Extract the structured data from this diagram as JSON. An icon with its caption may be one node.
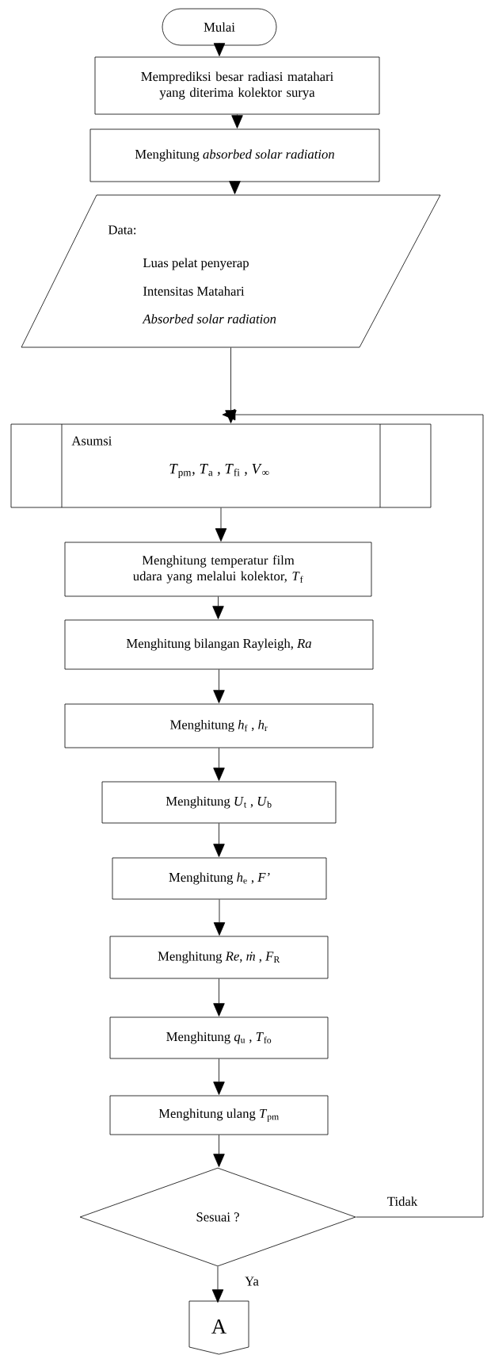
{
  "diagram": {
    "nodes": [
      {
        "text": [
          "Mulai"
        ]
      },
      {
        "text": [
          "Memprediksi besar radiasi matahari yang diterima kolektor surya"
        ]
      },
      {
        "text": [
          "Menghitung *absorbed solar radiation*"
        ]
      },
      {
        "text": [
          "Data:",
          "Luas pelat penyerap",
          "Intensitas Matahari",
          "Absorbed solar radiation"
        ]
      },
      {
        "text": [
          "Asumsi",
          "*T*$_{pm}$, *T*$_{a}$ , *T*$_{fi}$ ,  *V*$_{∞}$"
        ]
      },
      {
        "text": [
          "Menghitung temperatur film udara yang melalui kolektor, *T*$_{f}$"
        ]
      },
      {
        "text": [
          "Menghitung bilangan Rayleigh, *Ra*"
        ]
      },
      {
        "text": [
          "Menghitung *h*$_{f}$ , *h*$_{r}$"
        ]
      },
      {
        "text": [
          "Menghitung *U*$_{t}$ , *U*$_{b}$"
        ]
      },
      {
        "text": [
          "Menghitung *h*$_{e}$ , *F’*"
        ]
      },
      {
        "text": [
          "Menghitung *Re*, *ṁ* , *F*$_{R}$"
        ]
      },
      {
        "text": [
          "Menghitung *q*$_{u}$ , *T*$_{fo}$"
        ]
      },
      {
        "text": [
          "Menghitung ulang *T*$_{pm}$"
        ]
      },
      {
        "text": [
          "Sesuai ?"
        ]
      },
      {
        "text": [
          "A"
        ]
      }
    ],
    "edges": [
      {
        "from": 0,
        "to": 1,
        "arrow": "to"
      },
      {
        "from": 1,
        "to": 2,
        "arrow": "to"
      },
      {
        "from": 2,
        "to": 3,
        "arrow": "to"
      },
      {
        "from": 3,
        "to": 4,
        "arrow": "to"
      },
      {
        "from": 4,
        "to": 5,
        "arrow": "to"
      },
      {
        "from": 5,
        "to": 6,
        "arrow": "to"
      },
      {
        "from": 6,
        "to": 7,
        "arrow": "to"
      },
      {
        "from": 7,
        "to": 8,
        "arrow": "to"
      },
      {
        "from": 8,
        "to": 9,
        "arrow": "to"
      },
      {
        "from": 9,
        "to": 10,
        "arrow": "to"
      },
      {
        "from": 10,
        "to": 11,
        "arrow": "to"
      },
      {
        "from": 11,
        "to": 12,
        "arrow": "to"
      },
      {
        "from": 12,
        "to": 13,
        "arrow": "to"
      },
      {
        "from": 13,
        "to": 4,
        "arrow": "to",
        "label": "Tidak"
      },
      {
        "from": 13,
        "to": 14,
        "arrow": "to",
        "label": "Ya"
      }
    ]
  }
}
